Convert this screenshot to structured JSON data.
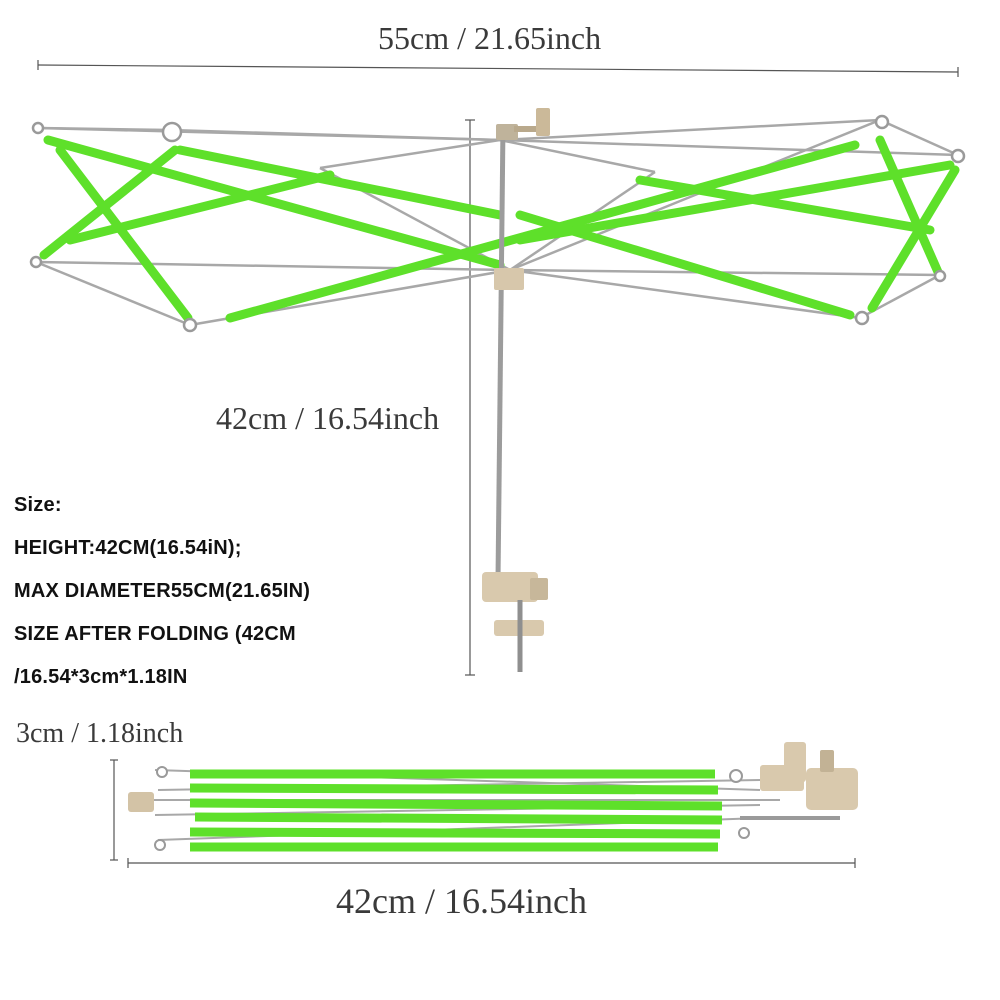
{
  "dimensions": {
    "max_diameter_label": "55cm / 21.65inch",
    "height_label": "42cm / 16.54inch",
    "folded_thickness_label": "3cm / 1.18inch",
    "folded_length_label": "42cm / 16.54inch"
  },
  "specs": {
    "heading": "Size:",
    "lines": [
      "HEIGHT:42CM(16.54iN);",
      "MAX DIAMETER55CM(21.65IN)",
      "SIZE AFTER FOLDING (42CM",
      "/16.54*3cm*1.18IN"
    ]
  },
  "colors": {
    "arm_green": "#5ee02a",
    "metal": "#a8a8a8",
    "clamp_beige": "#d9c9ad",
    "dimension_line": "#555555"
  }
}
